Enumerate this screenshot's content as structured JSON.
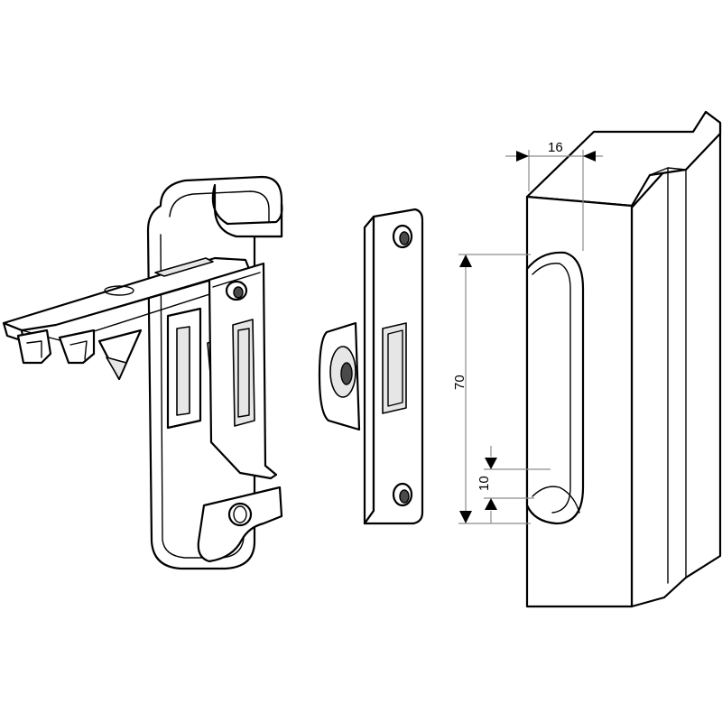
{
  "dimensions": {
    "width_label": "16",
    "height_label": "70",
    "offset_label": "10"
  }
}
